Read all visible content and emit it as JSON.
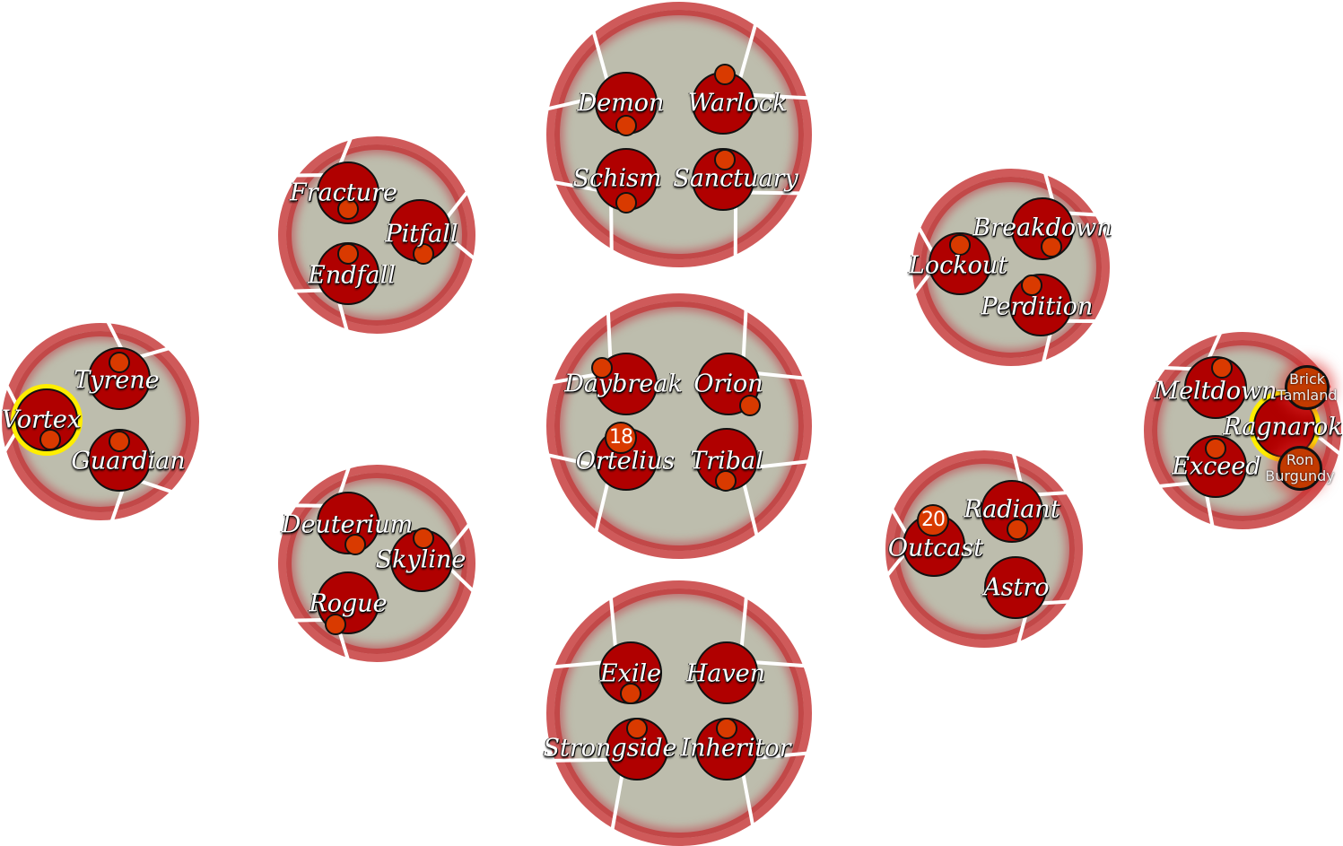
{
  "map": {
    "clusters": [
      {
        "planets": [
          "Vortex",
          "Tyrene",
          "Guardian"
        ]
      },
      {
        "planets": [
          "Fracture",
          "Pitfall",
          "Endfall"
        ]
      },
      {
        "planets": [
          "Deuterium",
          "Skyline",
          "Rogue"
        ]
      },
      {
        "planets": [
          "Demon",
          "Warlock",
          "Schism",
          "Sanctuary"
        ]
      },
      {
        "planets": [
          "Daybreak",
          "Orion",
          "Ortelius",
          "Tribal"
        ]
      },
      {
        "planets": [
          "Exile",
          "Haven",
          "Strongside",
          "Inheritor"
        ]
      },
      {
        "planets": [
          "Breakdown",
          "Lockout",
          "Perdition"
        ]
      },
      {
        "planets": [
          "Radiant",
          "Outcast",
          "Astro"
        ]
      },
      {
        "planets": [
          "Meltdown",
          "Ragnarok",
          "Exceed"
        ]
      }
    ],
    "badges": [
      {
        "planet": "Ortelius",
        "count": "18"
      },
      {
        "planet": "Outcast",
        "count": "20"
      }
    ],
    "players": [
      {
        "name_line1": "Brick",
        "name_line2": "Tamland"
      },
      {
        "name_line1": "Ron",
        "name_line2": "Burgundy"
      }
    ],
    "home_planets": [
      "Vortex",
      "Ragnarok"
    ]
  },
  "colors": {
    "planet": "#b00000",
    "ship": "#d93a00",
    "home_ring": "#ffee00",
    "cluster_bg": "#bdbdad",
    "cluster_rim": "#cf5a5a"
  }
}
